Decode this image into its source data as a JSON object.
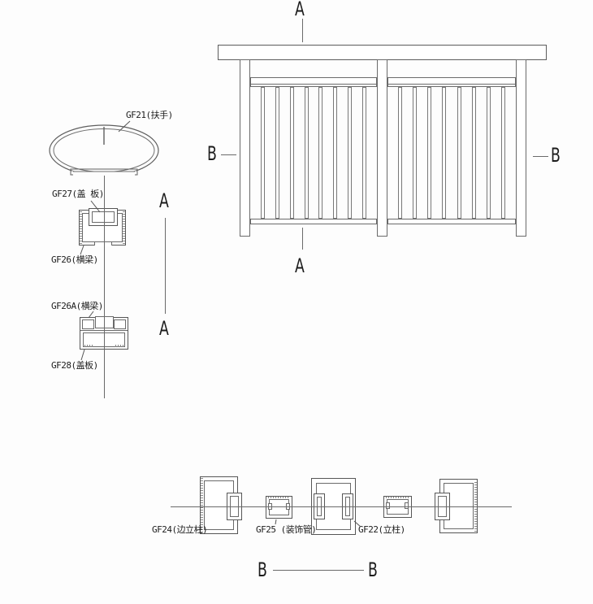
{
  "section_markers": {
    "a": "A",
    "b": "B"
  },
  "labels": {
    "gf21": "GF21(扶手)",
    "gf27": "GF27(盖 板)",
    "gf26": "GF26(横梁)",
    "gf26a": "GF26A(横梁)",
    "gf28": "GF28(盖板)",
    "gf24": "GF24(边立柱)",
    "gf25": "GF25 (装饰管)",
    "gf22": "GF22(立柱)"
  },
  "elevation": {
    "panels": 2,
    "posts": 3,
    "balusters_per_panel": 8
  }
}
